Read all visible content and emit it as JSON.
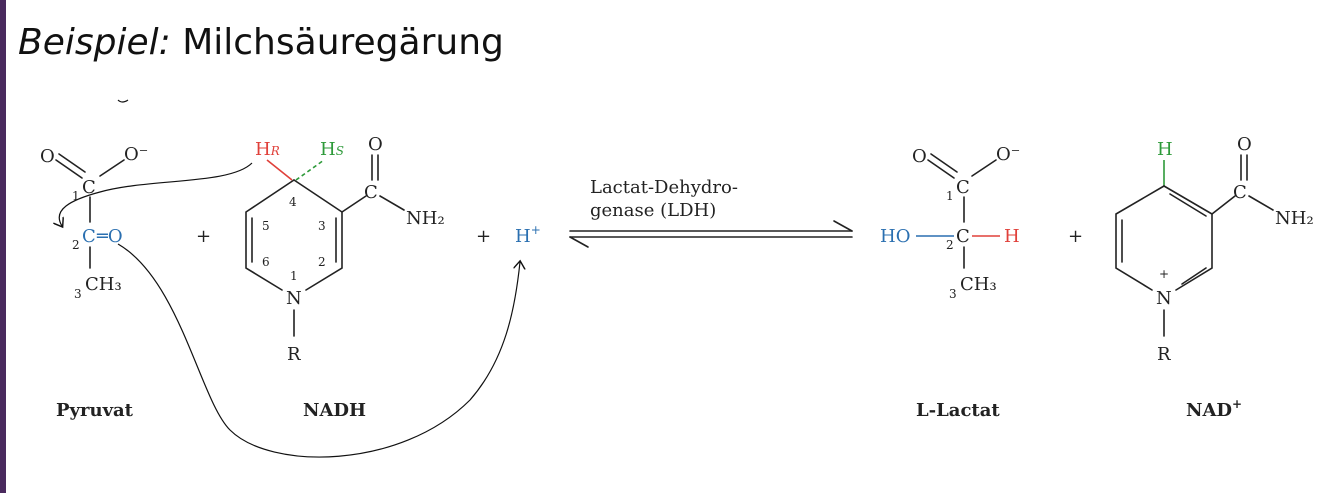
{
  "title": {
    "prefix": "Beispiel:",
    "text": "Milchsäuregärung"
  },
  "reaction": {
    "enzyme_line1": "Lactat-Dehydro-",
    "enzyme_line2": "genase (LDH)",
    "plus": "+",
    "proton": "H",
    "proton_charge": "+"
  },
  "pyruvate": {
    "name": "Pyruvat",
    "o_top": "O",
    "o_minus": "O⁻",
    "c1": "C",
    "c1_num": "1",
    "c2": "C",
    "c2_num": "2",
    "eq_o": "═O",
    "ch3": "CH₃",
    "c3_num": "3"
  },
  "nadh": {
    "name": "NADH",
    "h_r": "H",
    "h_r_sub": "R",
    "h_s": "H",
    "h_s_sub": "S",
    "o": "O",
    "c": "C",
    "nh2": "NH₂",
    "n": "N",
    "r": "R",
    "ring_numbers": [
      "4",
      "5",
      "3",
      "6",
      "2",
      "1"
    ]
  },
  "lactate": {
    "name": "L-Lactat",
    "o_top": "O",
    "o_minus": "O⁻",
    "c1": "C",
    "c1_num": "1",
    "ho": "HO",
    "c2": "C",
    "c2_num": "2",
    "h": "H",
    "ch3": "CH₃",
    "c3_num": "3"
  },
  "nad": {
    "name": "NAD",
    "name_charge": "+",
    "h": "H",
    "o": "O",
    "c": "C",
    "nh2": "NH₂",
    "n": "N",
    "n_charge": "+",
    "r": "R"
  }
}
